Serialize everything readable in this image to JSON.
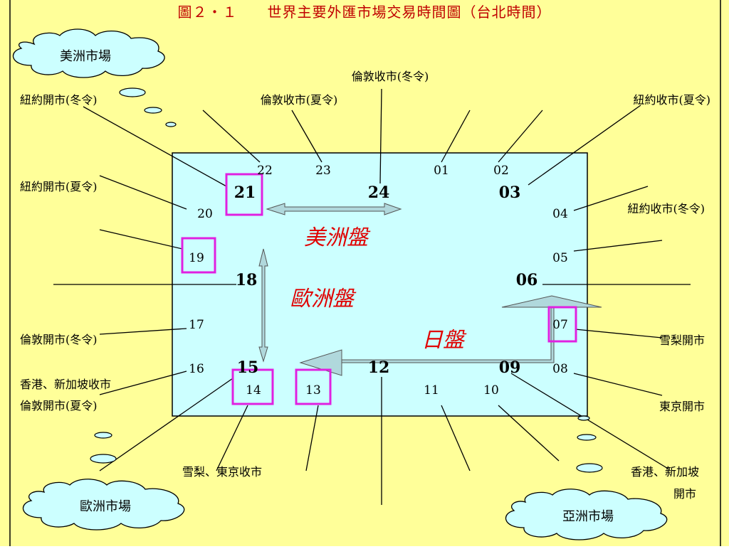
{
  "title": "圖２・１　　世界主要外匯市場交易時間圖（台北時間）",
  "clouds": {
    "america": "美洲市場",
    "europe": "歐洲市場",
    "asia": "亞洲市場"
  },
  "zones": {
    "america": "美洲盤",
    "europe": "歐洲盤",
    "japan": "日盤"
  },
  "hours": {
    "h22": "22",
    "h23": "23",
    "h01": "01",
    "h02": "02",
    "h21": "21",
    "h24": "24",
    "h03": "03",
    "h20": "20",
    "h04": "04",
    "h19": "19",
    "h05": "05",
    "h18": "18",
    "h06": "06",
    "h17": "17",
    "h07": "07",
    "h16": "16",
    "h15": "15",
    "h12": "12",
    "h09": "09",
    "h08": "08",
    "h14": "14",
    "h13": "13",
    "h11": "11",
    "h10": "10"
  },
  "labels": {
    "london_close_winter": "倫敦收市(冬令)",
    "ny_open_winter": "紐約開市(冬令)",
    "london_close_summer": "倫敦收市(夏令)",
    "ny_close_summer": "紐約收市(夏令)",
    "ny_open_summer": "紐約開市(夏令)",
    "ny_close_winter": "紐約收市(冬令)",
    "london_open_winter": "倫敦開市(冬令)",
    "sydney_open": "雪梨開市",
    "hk_sg_close": "香港、新加坡收市",
    "london_open_summer": "倫敦開市(夏令)",
    "tokyo_open": "東京開市",
    "sydney_tokyo_close": "雪梨、東京收市",
    "hk_sg_open_1": "香港、新加坡",
    "hk_sg_open_2": "開市"
  },
  "colors": {
    "background": "#ffff99",
    "panel": "#ccffff",
    "highlight_box": "#e020e0",
    "title": "#c00000",
    "zone_text": "#e00000",
    "arrow_fill": "#b0d8dc"
  }
}
